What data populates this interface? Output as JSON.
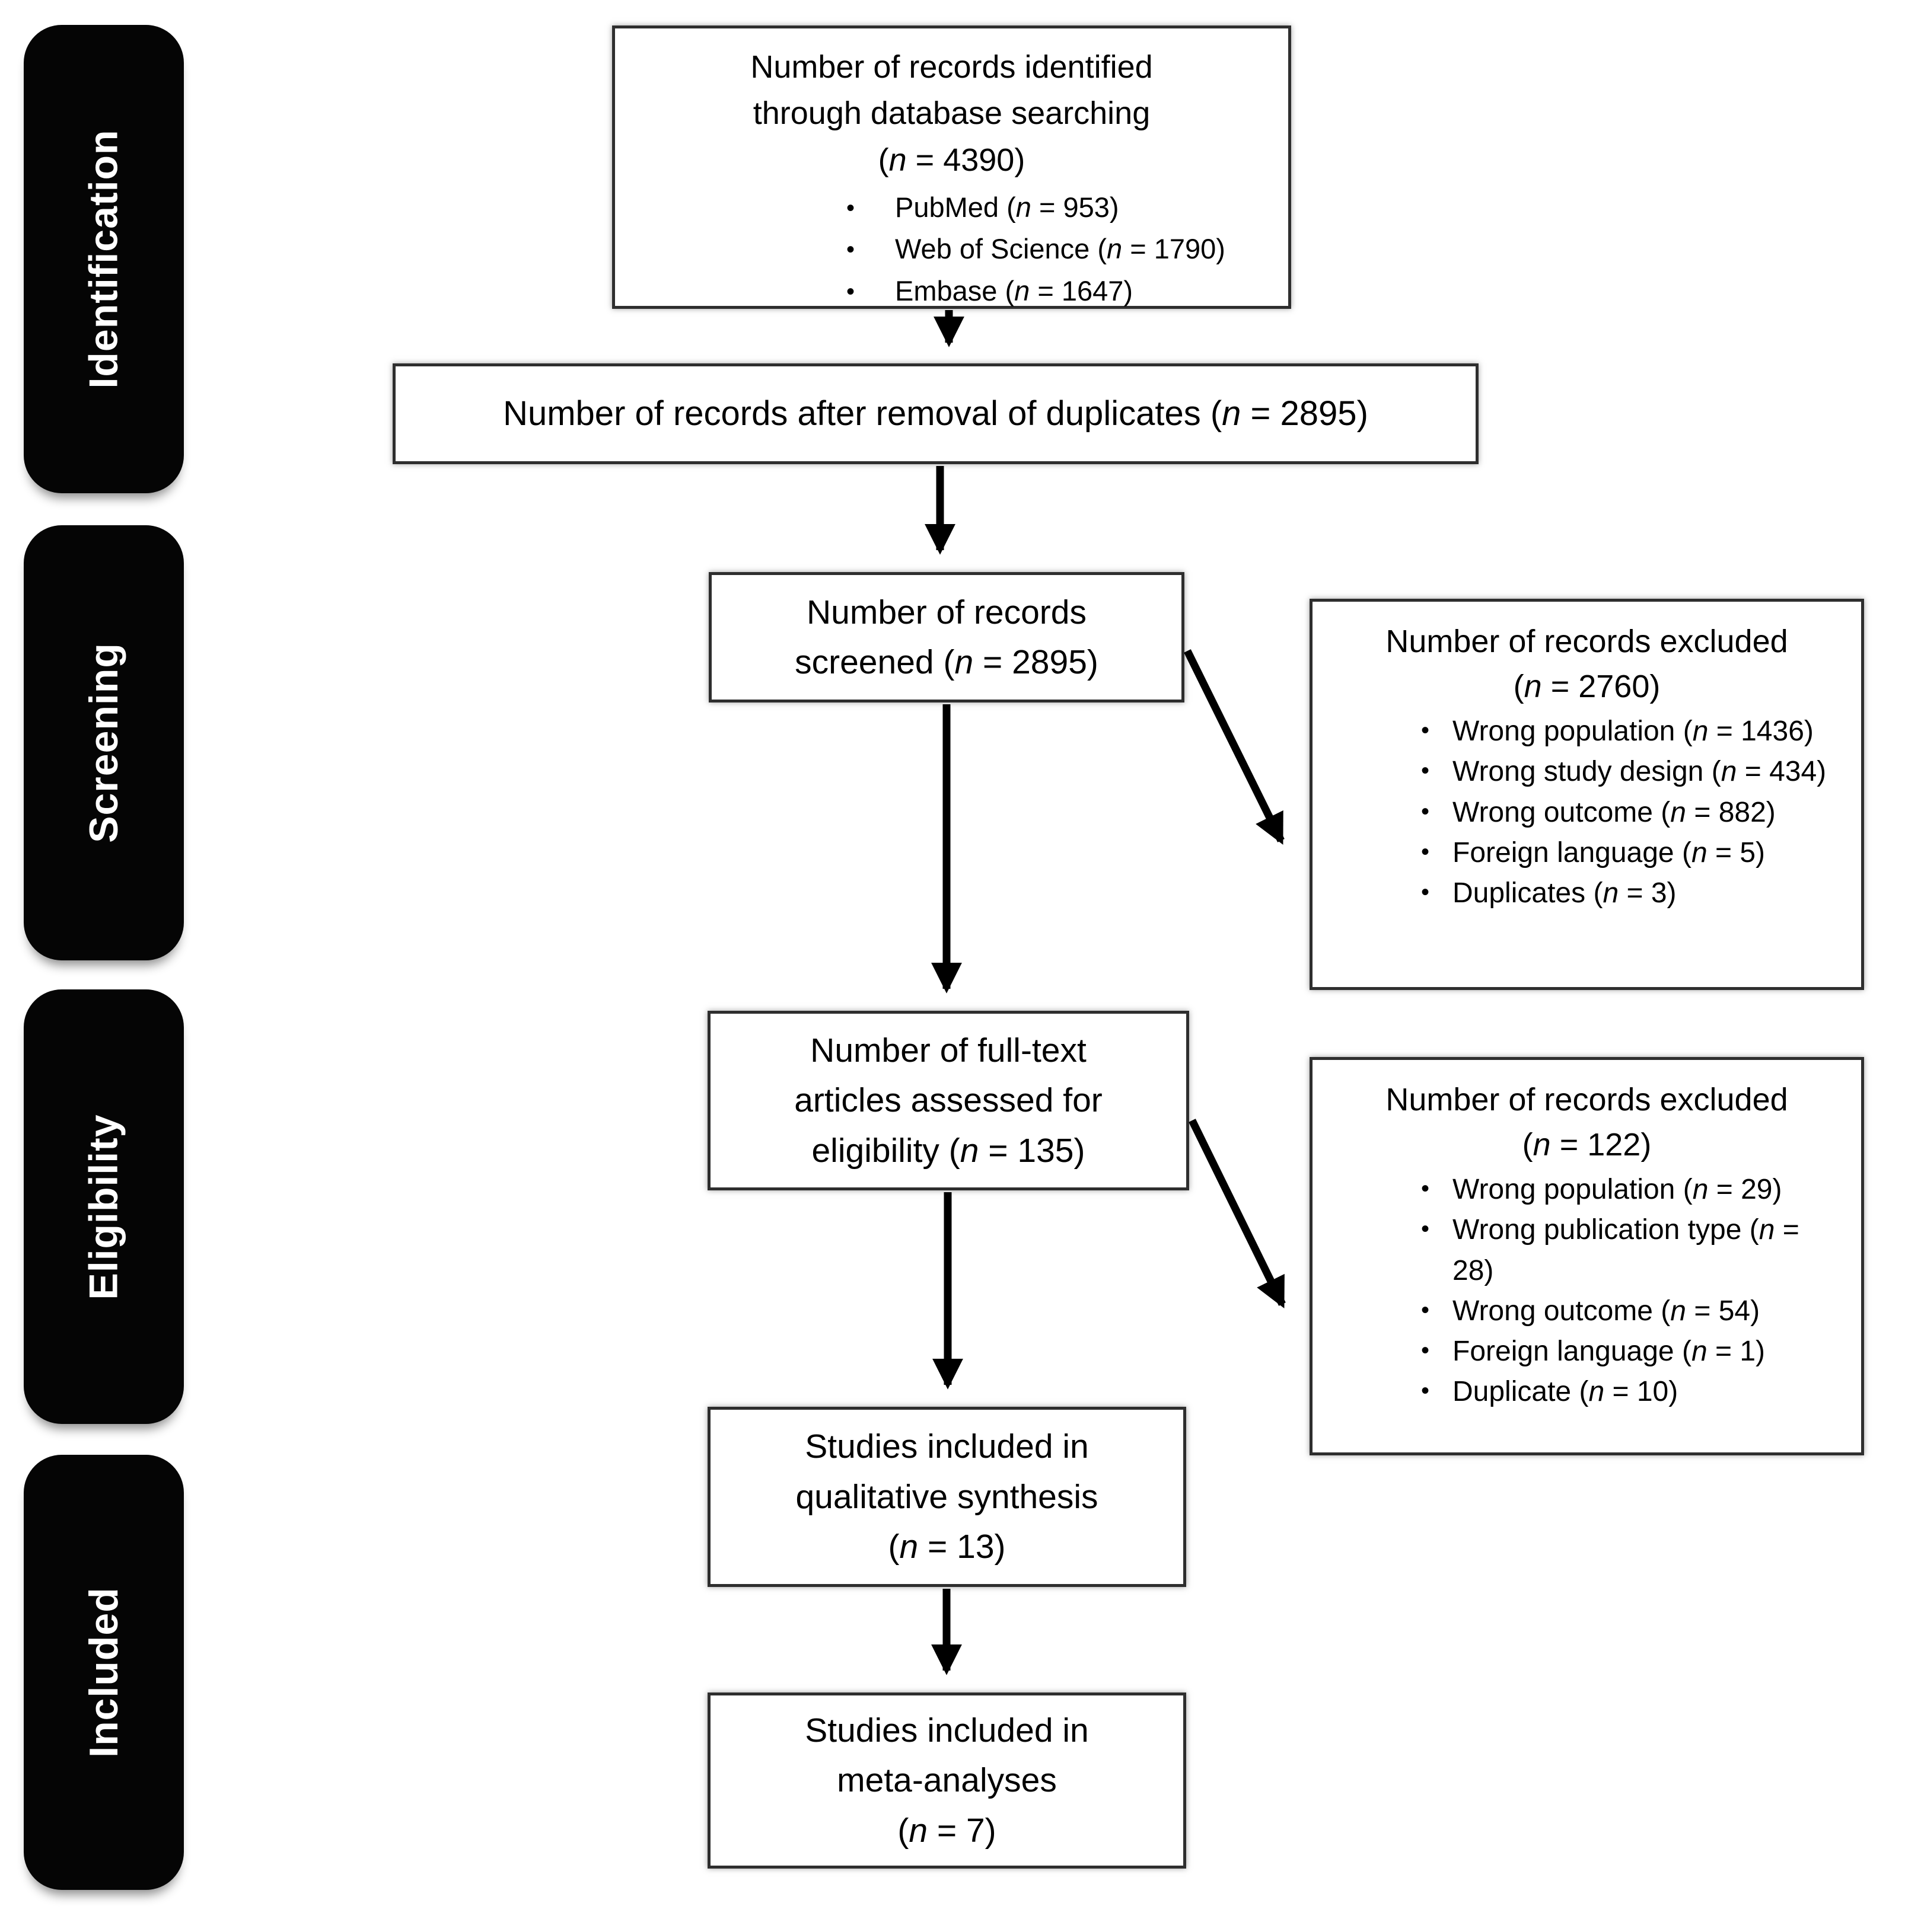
{
  "diagram": {
    "type": "prisma-flow",
    "colors": {
      "stage_bg": "#000000",
      "stage_text": "#ffffff",
      "box_border": "#2e2e2e",
      "arrow": "#000000",
      "background": "#ffffff"
    },
    "stages": [
      {
        "label": "Identification"
      },
      {
        "label": "Screening"
      },
      {
        "label": "Eligibility"
      },
      {
        "label": "Included"
      }
    ],
    "boxes": {
      "identified": {
        "lines": [
          "Number of records identified",
          "through database searching"
        ],
        "n": "4390",
        "bullets": [
          {
            "label": "PubMed",
            "n": "953"
          },
          {
            "label": "Web of Science",
            "n": "1790"
          },
          {
            "label": "Embase",
            "n": "1647"
          }
        ]
      },
      "deduplicated": {
        "lines": [
          "Number of records after removal of duplicates"
        ],
        "n": "2895"
      },
      "screened": {
        "lines": [
          "Number of records",
          "screened"
        ],
        "n": "2895"
      },
      "excluded_screening": {
        "title": "Number of records excluded",
        "n": "2760",
        "bullets": [
          {
            "label": "Wrong population",
            "n": "1436"
          },
          {
            "label": "Wrong study design",
            "n": "434"
          },
          {
            "label": "Wrong outcome",
            "n": "882"
          },
          {
            "label": "Foreign language",
            "n": "5"
          },
          {
            "label": "Duplicates",
            "n": "3"
          }
        ]
      },
      "fulltext": {
        "lines": [
          "Number of full-text",
          "articles assessed for",
          "eligibility"
        ],
        "n": "135"
      },
      "excluded_eligibility": {
        "title": "Number of records excluded",
        "n": "122",
        "bullets": [
          {
            "label": "Wrong population",
            "n": "29"
          },
          {
            "label": "Wrong publication type",
            "n": "28"
          },
          {
            "label": "Wrong outcome",
            "n": "54"
          },
          {
            "label": "Foreign language",
            "n": "1"
          },
          {
            "label": "Duplicate",
            "n": "10"
          }
        ]
      },
      "qualitative": {
        "lines": [
          "Studies included in",
          "qualitative synthesis"
        ],
        "n": "13"
      },
      "meta": {
        "lines": [
          "Studies included in",
          "meta-analyses"
        ],
        "n": "7"
      }
    }
  }
}
